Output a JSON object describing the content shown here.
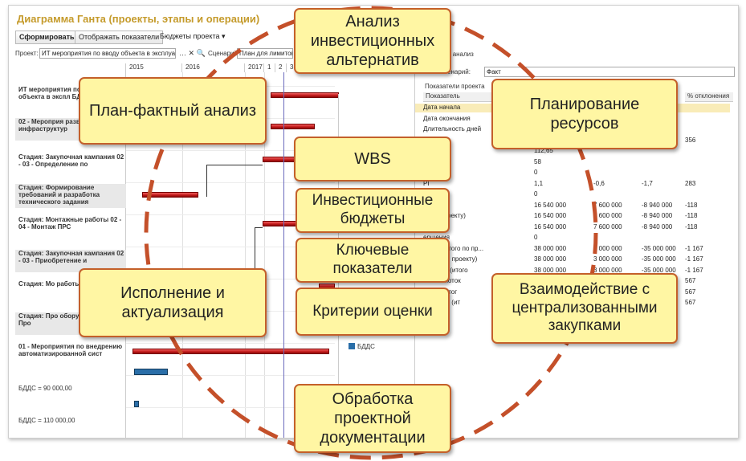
{
  "app": {
    "title": "Диаграмма Ганта (проекты, этапы и операции)",
    "btn_form": "Сформировать",
    "btn_show": "Отображать показатели",
    "btn_budgets": "Бюджеты проекта ▾",
    "project_label": "Проект:",
    "project_value": "ИТ мероприятия по вводу объекта в эксплуатацию",
    "scenario_label": "Сценарий:",
    "scenario_value": "План для лимитов",
    "right_analysis": "й анализ",
    "right_scenario_label": "енарий:",
    "right_scenario_value": "Факт",
    "right_indicators_label": "Показатели проекта",
    "years": [
      "2015",
      "2016",
      "2017"
    ],
    "quarters": [
      "1",
      "2",
      "3",
      "4"
    ],
    "gantt_rows": [
      {
        "text": "ИТ мероприятия по вводу объекта в экспл БДДС = 10 500 0",
        "bold": true,
        "shade": false
      },
      {
        "text": "02 - Мероприя развертывани инфраструктур",
        "bold": true,
        "shade": true
      },
      {
        "text": "Стадия: Закупочная кампания 02 - 03 - Определение по",
        "bold": true,
        "shade": false
      },
      {
        "text": "Стадия: Формирование требований и разработка технического задания",
        "bold": true,
        "shade": true
      },
      {
        "text": "Стадия: Монтажные работы 02 - 04 - Монтаж ПРС",
        "bold": true,
        "shade": false
      },
      {
        "text": "Стадия: Закупочная кампания 02 - 03 - Приобретение и",
        "bold": true,
        "shade": true
      },
      {
        "text": "Стадия: Мо работы 02 - 05 - Уст",
        "bold": true,
        "shade": false
      },
      {
        "text": "Стадия: Про оборудован 02 - 06 - Про",
        "bold": true,
        "shade": true
      },
      {
        "text": "01 - Мероприятия по внедрению автоматизированной сист",
        "bold": true,
        "shade": false
      },
      {
        "text": "БДДС = 90 000,00",
        "bold": false,
        "shade": false
      },
      {
        "text": "БДДС = 110 000,00",
        "bold": false,
        "shade": false
      }
    ],
    "legend_label": "БДДС",
    "table_headers": [
      "Показатель",
      "% отклонения"
    ],
    "table_rows": [
      [
        "Дата начала",
        "",
        "",
        "",
        ""
      ],
      [
        "Дата окончания",
        "",
        "",
        "",
        ""
      ],
      [
        "Длительность дней",
        "",
        "",
        "",
        ""
      ],
      [
        "",
        "",
        "",
        "",
        "356"
      ],
      [
        "",
        "112,65",
        "",
        "",
        ""
      ],
      [
        "",
        "58",
        "",
        "",
        ""
      ],
      [
        "",
        "0",
        "",
        "",
        ""
      ],
      [
        "PI",
        "1,1",
        "-0,6",
        "-1,7",
        "283"
      ],
      [
        "кта",
        "0",
        "",
        "",
        ""
      ],
      [
        "ДС",
        "16 540 000",
        "7 600 000",
        "-8 940 000",
        "-118"
      ],
      [
        "Р (по проекту)",
        "16 540 000",
        "7 600 000",
        "-8 940 000",
        "-118"
      ],
      [
        "БР",
        "16 540 000",
        "7 600 000",
        "-8 940 000",
        "-118"
      ],
      [
        "ершения",
        "0",
        "",
        "",
        ""
      ],
      [
        "БДДС (итого по пр...",
        "38 000 000",
        "3 000 000",
        "-35 000 000",
        "-1 167"
      ],
      [
        "(итого по проекту)",
        "38 000 000",
        "3 000 000",
        "-35 000 000",
        "-1 167"
      ],
      [
        "ресурсы (итого",
        "38 000 000",
        "3 000 000",
        "-35 000 000",
        "-1 167"
      ],
      [
        "ежный поток",
        "",
        "",
        "",
        "567"
      ],
      [
        "быток (итог",
        "",
        "",
        "",
        "567"
      ],
      [
        "й баланс (ит",
        "",
        "",
        "",
        "567"
      ]
    ]
  },
  "diagram": {
    "nodes": [
      {
        "id": "invest-analysis",
        "text": "Анализ инвестиционных альтернатив"
      },
      {
        "id": "plan-fact",
        "text": "План-фактный анализ"
      },
      {
        "id": "resource-planning",
        "text": "Планирование ресурсов"
      },
      {
        "id": "wbs",
        "text": "WBS"
      },
      {
        "id": "invest-budgets",
        "text": "Инвестиционные бюджеты"
      },
      {
        "id": "key-indicators",
        "text": "Ключевые показатели"
      },
      {
        "id": "evaluation-criteria",
        "text": "Критерии оценки"
      },
      {
        "id": "execution",
        "text": "Исполнение и актуализация"
      },
      {
        "id": "central-procurement",
        "text": "Взаимодействие с централизованными закупками"
      },
      {
        "id": "project-docs",
        "text": "Обработка проектной документации"
      }
    ],
    "colors": {
      "node_fill": "#fff6a3",
      "node_border": "#c4602a",
      "ring": "#c4502a"
    }
  }
}
